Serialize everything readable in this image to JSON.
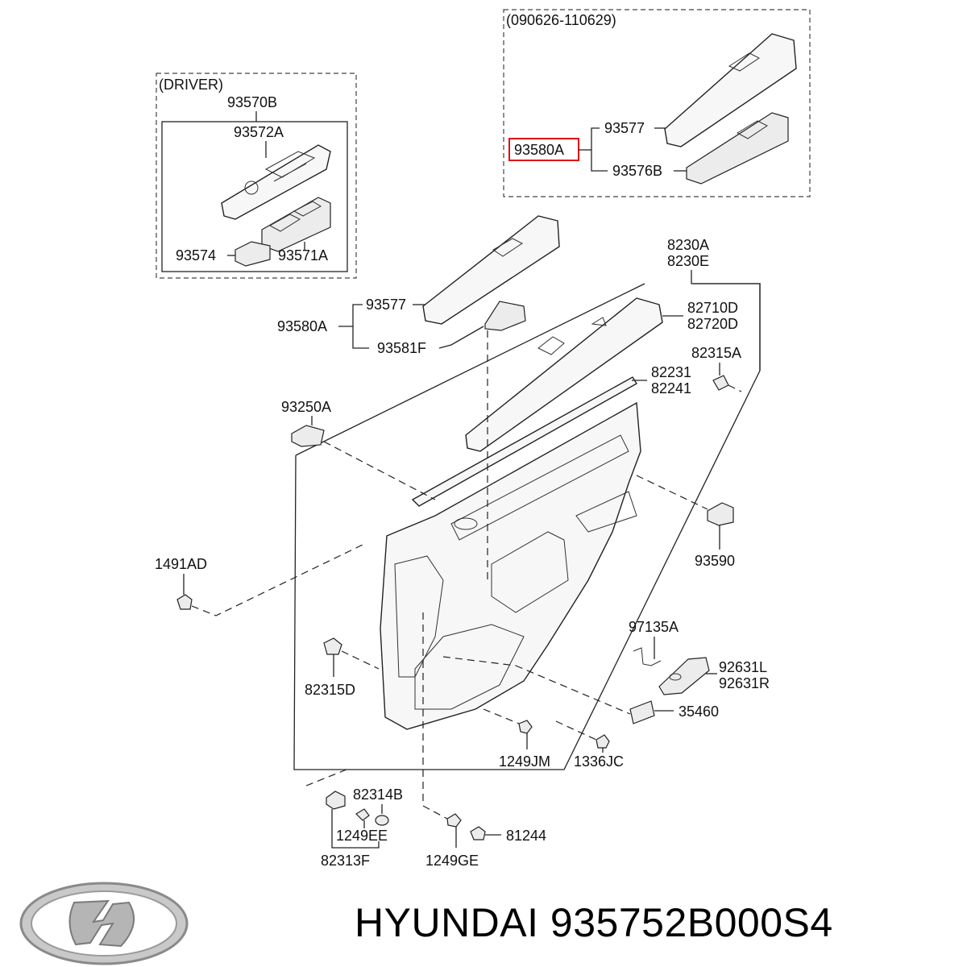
{
  "title": "HYUNDAI 935752B000S4",
  "driver_box": {
    "header": "(DRIVER)",
    "parts": [
      "93570B",
      "93572A",
      "93574",
      "93571A"
    ]
  },
  "date_box": {
    "header": "(090626-110629)",
    "parts": [
      "93577",
      "93580A",
      "93576B"
    ]
  },
  "callouts": {
    "c8230a": "8230A",
    "c8230e": "8230E",
    "c93577": "93577",
    "c93580a": "93580A",
    "c93581f": "93581F",
    "c82710d": "82710D",
    "c82720d": "82720D",
    "c82315a": "82315A",
    "c82231": "82231",
    "c82241": "82241",
    "c93250a": "93250A",
    "c93590": "93590",
    "c1491ad": "1491AD",
    "c97135a": "97135A",
    "c92631l": "92631L",
    "c92631r": "92631R",
    "c82315d": "82315D",
    "c35460": "35460",
    "c1249jm": "1249JM",
    "c1336jc": "1336JC",
    "c82314b": "82314B",
    "c1249ee": "1249EE",
    "c81244": "81244",
    "c82313f": "82313F",
    "c1249ge": "1249GE"
  },
  "highlight_color": "#dd1111",
  "logo": "hyundai-logo"
}
